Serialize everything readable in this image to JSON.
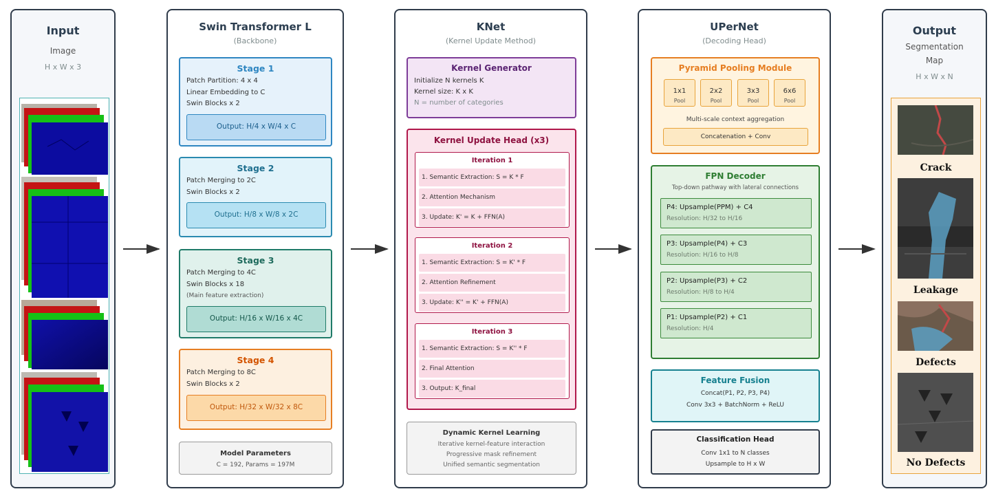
{
  "input": {
    "title": "Input",
    "sub": "Image",
    "dims": "H x W x 3"
  },
  "swin": {
    "title": "Swin Transformer L",
    "sub": "(Backbone)",
    "stages": [
      {
        "title": "Stage 1",
        "lines": [
          "Patch Partition: 4 x 4",
          "Linear Embedding to C",
          "Swin Blocks x 2"
        ],
        "output": "Output: H/4 x W/4 x C"
      },
      {
        "title": "Stage 2",
        "lines": [
          "Patch Merging to 2C",
          "Swin Blocks x 2"
        ],
        "output": "Output: H/8 x W/8 x 2C"
      },
      {
        "title": "Stage 3",
        "lines": [
          "Patch Merging to 4C",
          "Swin Blocks x 18",
          "(Main feature extraction)"
        ],
        "output": "Output: H/16 x W/16 x 4C"
      },
      {
        "title": "Stage 4",
        "lines": [
          "Patch Merging to 8C",
          "Swin Blocks x 2"
        ],
        "output": "Output: H/32 x W/32 x 8C"
      }
    ],
    "params_title": "Model Parameters",
    "params_text": "C = 192, Params = 197M"
  },
  "knet": {
    "title": "KNet",
    "sub": "(Kernel Update Method)",
    "generator": {
      "title": "Kernel Generator",
      "lines": [
        "Initialize N kernels K",
        "Kernel size: K x K",
        "N = number of categories"
      ]
    },
    "update_head": {
      "title": "Kernel Update Head (x3)",
      "iterations": [
        {
          "title": "Iteration 1",
          "rows": [
            "1. Semantic Extraction: S = K * F",
            "2. Attention Mechanism",
            "3. Update: K' = K + FFN(A)"
          ]
        },
        {
          "title": "Iteration 2",
          "rows": [
            "1. Semantic Extraction: S = K' * F",
            "2. Attention Refinement",
            "3. Update: K'' = K' + FFN(A)"
          ]
        },
        {
          "title": "Iteration 3",
          "rows": [
            "1. Semantic Extraction: S = K'' * F",
            "2. Final Attention",
            "3. Output: K_final"
          ]
        }
      ]
    },
    "dynamic": {
      "title": "Dynamic Kernel Learning",
      "lines": [
        "Iterative kernel-feature interaction",
        "Progressive mask refinement",
        "Unified semantic segmentation"
      ]
    }
  },
  "upernet": {
    "title": "UPerNet",
    "sub": "(Decoding Head)",
    "ppm": {
      "title": "Pyramid Pooling Module",
      "pools": [
        {
          "size": "1x1",
          "label": "Pool"
        },
        {
          "size": "2x2",
          "label": "Pool"
        },
        {
          "size": "3x3",
          "label": "Pool"
        },
        {
          "size": "6x6",
          "label": "Pool"
        }
      ],
      "caption": "Multi-scale context aggregation",
      "concat": "Concatenation + Conv"
    },
    "fpn": {
      "title": "FPN Decoder",
      "sub": "Top-down pathway with lateral connections",
      "levels": [
        {
          "title": "P4: Upsample(PPM) + C4",
          "res": "Resolution: H/32 to H/16"
        },
        {
          "title": "P3: Upsample(P4) + C3",
          "res": "Resolution: H/16 to H/8"
        },
        {
          "title": "P2: Upsample(P3) + C2",
          "res": "Resolution: H/8 to H/4"
        },
        {
          "title": "P1: Upsample(P2) + C1",
          "res": "Resolution: H/4"
        }
      ]
    },
    "fusion": {
      "title": "Feature Fusion",
      "lines": [
        "Concat(P1, P2, P3, P4)",
        "Conv 3x3 + BatchNorm + ReLU"
      ]
    },
    "cls": {
      "title": "Classification Head",
      "lines": [
        "Conv 1x1 to N classes",
        "Upsample to H x W"
      ]
    }
  },
  "output": {
    "title": "Output",
    "sub1": "Segmentation",
    "sub2": "Map",
    "dims": "H x W x N",
    "labels": [
      "Crack",
      "Leakage",
      "Defects",
      "No Defects"
    ]
  },
  "colors": {
    "stage1": "#2e86c1",
    "stage2": "#2a8ab0",
    "stage3": "#1e7a68",
    "stage4": "#e67e22",
    "kernel_gen": "#7d3c98",
    "update_head": "#b0174a",
    "ppm": "#e67e22",
    "fpn": "#2e7d32",
    "fusion": "#16808f",
    "cls": "#2f3b4a"
  }
}
